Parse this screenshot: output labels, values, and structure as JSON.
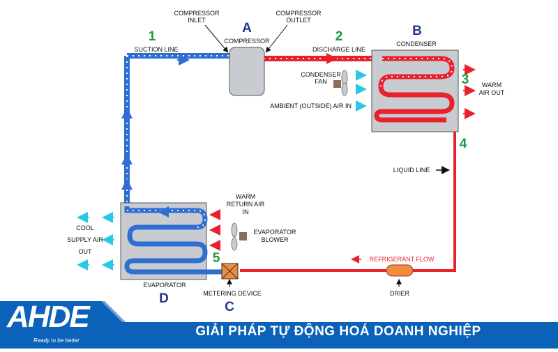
{
  "diagram": {
    "labels": {
      "compressor_inlet": [
        "COMPRESSOR",
        "INLET"
      ],
      "compressor_outlet": [
        "COMPRESSOR",
        "OUTLET"
      ],
      "compressor": "COMPRESSOR",
      "suction_line": "SUCTION LINE",
      "discharge_line": "DISCHARGE LINE",
      "condenser": "CONDENSER",
      "condenser_fan": [
        "CONDENSER",
        "FAN"
      ],
      "ambient_air_in": "AMBIENT (OUTSIDE) AIR IN",
      "warm_air_out": [
        "WARM",
        "AIR OUT"
      ],
      "liquid_line": "LIQUID LINE",
      "warm_return_air_in": [
        "WARM",
        "RETURN AIR",
        "IN"
      ],
      "evaporator_blower": [
        "EVAPORATOR",
        "BLOWER"
      ],
      "cool_supply_air_out": [
        "COOL",
        "SUPPLY AIR",
        "OUT"
      ],
      "evaporator": "EVAPORATOR",
      "metering_device": "METERING DEVICE",
      "refrigerant_flow": "REFRIGERANT FLOW",
      "drier": "DRIER"
    },
    "letters": {
      "a": "A",
      "b": "B",
      "c": "C",
      "d": "D"
    },
    "numbers": {
      "n1": "1",
      "n2": "2",
      "n3": "3",
      "n4": "4",
      "n5": "5"
    },
    "colors": {
      "hot_line": "#e8212d",
      "cold_line": "#2e6fd1",
      "air_in": "#29c7e8",
      "air_hot": "#e8212d",
      "component_gray": "#c8cbd0",
      "number_green": "#1e9a3a",
      "letter_blue": "#24368f"
    }
  },
  "footer": {
    "logo": "AHDE",
    "slogan": "Ready to be better",
    "title": "GIẢI PHÁP TỰ ĐỘNG HOÁ DOANH NGHIỆP",
    "background": "#0b62b8"
  }
}
